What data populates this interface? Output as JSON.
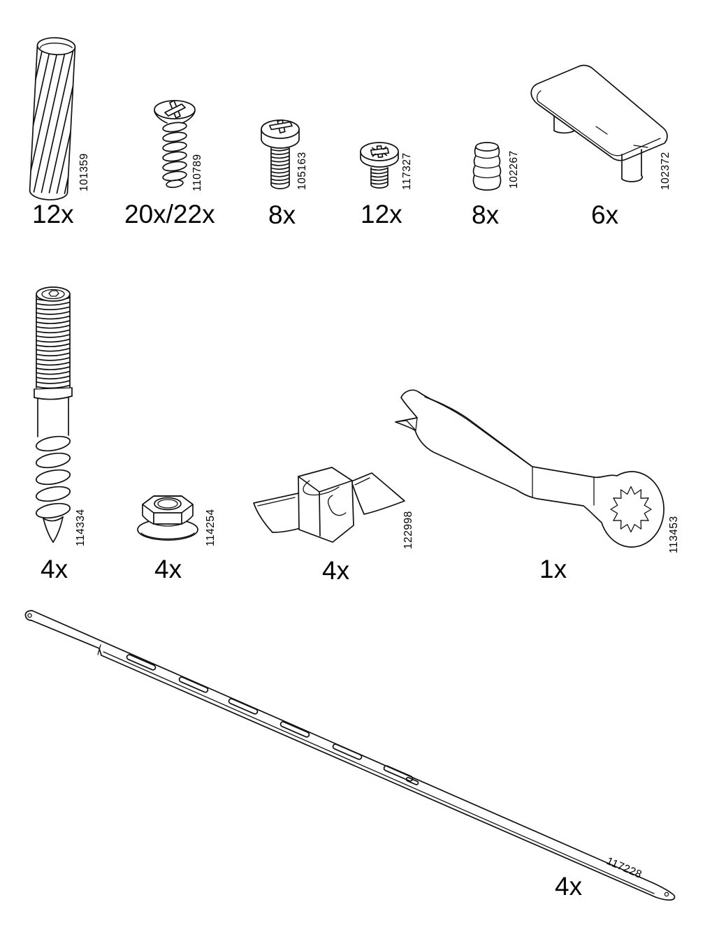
{
  "page": {
    "background": "#ffffff",
    "line_color": "#111111",
    "description": "assembly-instruction-parts-inventory"
  },
  "parts": [
    {
      "name": "wood-dowel",
      "part_number": "101359",
      "quantity": "12x"
    },
    {
      "name": "countersunk-screw",
      "part_number": "110789",
      "quantity": "20x/22x"
    },
    {
      "name": "pan-head-machine-screw",
      "part_number": "105163",
      "quantity": "8x"
    },
    {
      "name": "round-head-machine-screw",
      "part_number": "117327",
      "quantity": "12x"
    },
    {
      "name": "plastic-plug",
      "part_number": "102267",
      "quantity": "8x"
    },
    {
      "name": "cover-cap",
      "part_number": "102372",
      "quantity": "6x"
    },
    {
      "name": "double-ended-dowel-screw",
      "part_number": "114334",
      "quantity": "4x"
    },
    {
      "name": "flange-nut",
      "part_number": "114254",
      "quantity": "4x"
    },
    {
      "name": "mounting-clip",
      "part_number": "122998",
      "quantity": "4x"
    },
    {
      "name": "open-ring-wrench",
      "part_number": "113453",
      "quantity": "1x"
    },
    {
      "name": "support-rail",
      "part_number": "117228",
      "quantity": "4x"
    }
  ]
}
